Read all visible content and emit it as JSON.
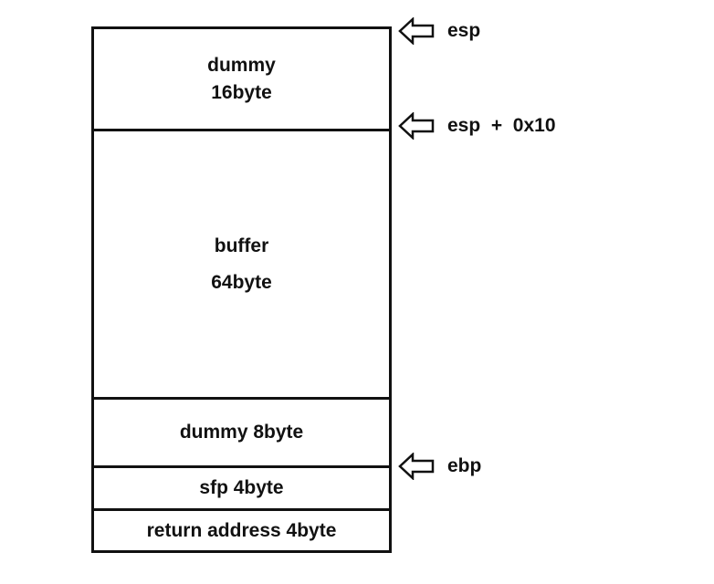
{
  "segments": {
    "dummy16": {
      "line1": "dummy",
      "line2": "16byte"
    },
    "buffer": {
      "line1": "buffer",
      "line2": "64byte"
    },
    "dummy8": {
      "label": "dummy 8byte"
    },
    "sfp": {
      "label": "sfp 4byte"
    },
    "ret": {
      "label": "return address 4byte"
    }
  },
  "pointers": {
    "esp": "esp",
    "esp10": "esp  +  0x10",
    "ebp": "ebp"
  }
}
